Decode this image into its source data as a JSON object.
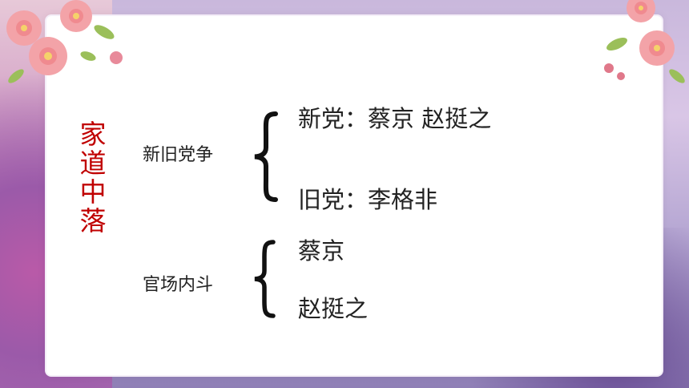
{
  "colors": {
    "title": "#c00000",
    "text": "#222222"
  },
  "title_chars": [
    "家",
    "道",
    "中",
    "落"
  ],
  "groups": [
    {
      "label": "新旧党争",
      "items": [
        "新党：蔡京   赵挺之",
        "旧党：李格非"
      ]
    },
    {
      "label": "官场内斗",
      "items": [
        "蔡京",
        "赵挺之"
      ]
    }
  ]
}
